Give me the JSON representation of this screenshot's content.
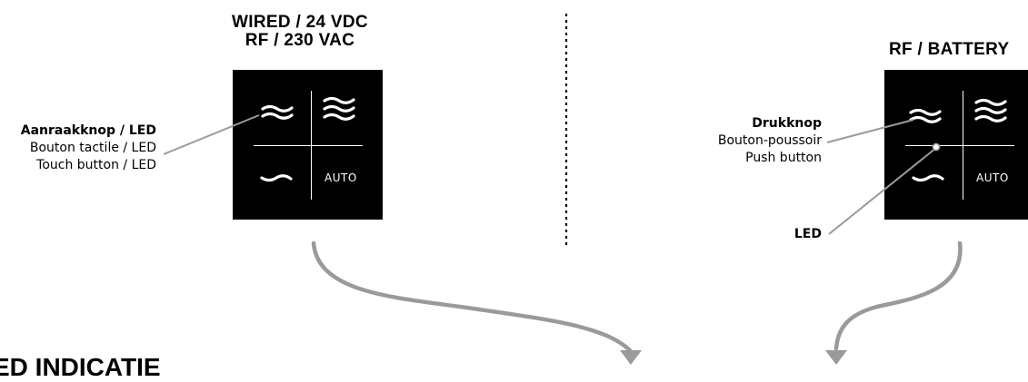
{
  "left_block": {
    "title_line1": "WIRED / 24 VDC",
    "title_line2": "RF / 230 VAC",
    "button_label": "AUTO",
    "callout": {
      "line1": "Aanraakknop / LED",
      "line2": "Bouton tactile / LED",
      "line3": "Touch button / LED"
    }
  },
  "right_block": {
    "title": "RF / BATTERY",
    "button_label": "AUTO",
    "callout_button": {
      "line1": "Drukknop",
      "line2": "Bouton-poussoir",
      "line3": "Push button"
    },
    "callout_led": "LED"
  },
  "section_heading": "ED INDICATIE",
  "colors": {
    "panel": "#000000",
    "leader": "#9a9a9a",
    "arrow": "#9a9a9a",
    "divider": "#000000"
  },
  "icons": [
    "wave-single-icon",
    "wave-triple-icon",
    "wave-low-icon"
  ]
}
